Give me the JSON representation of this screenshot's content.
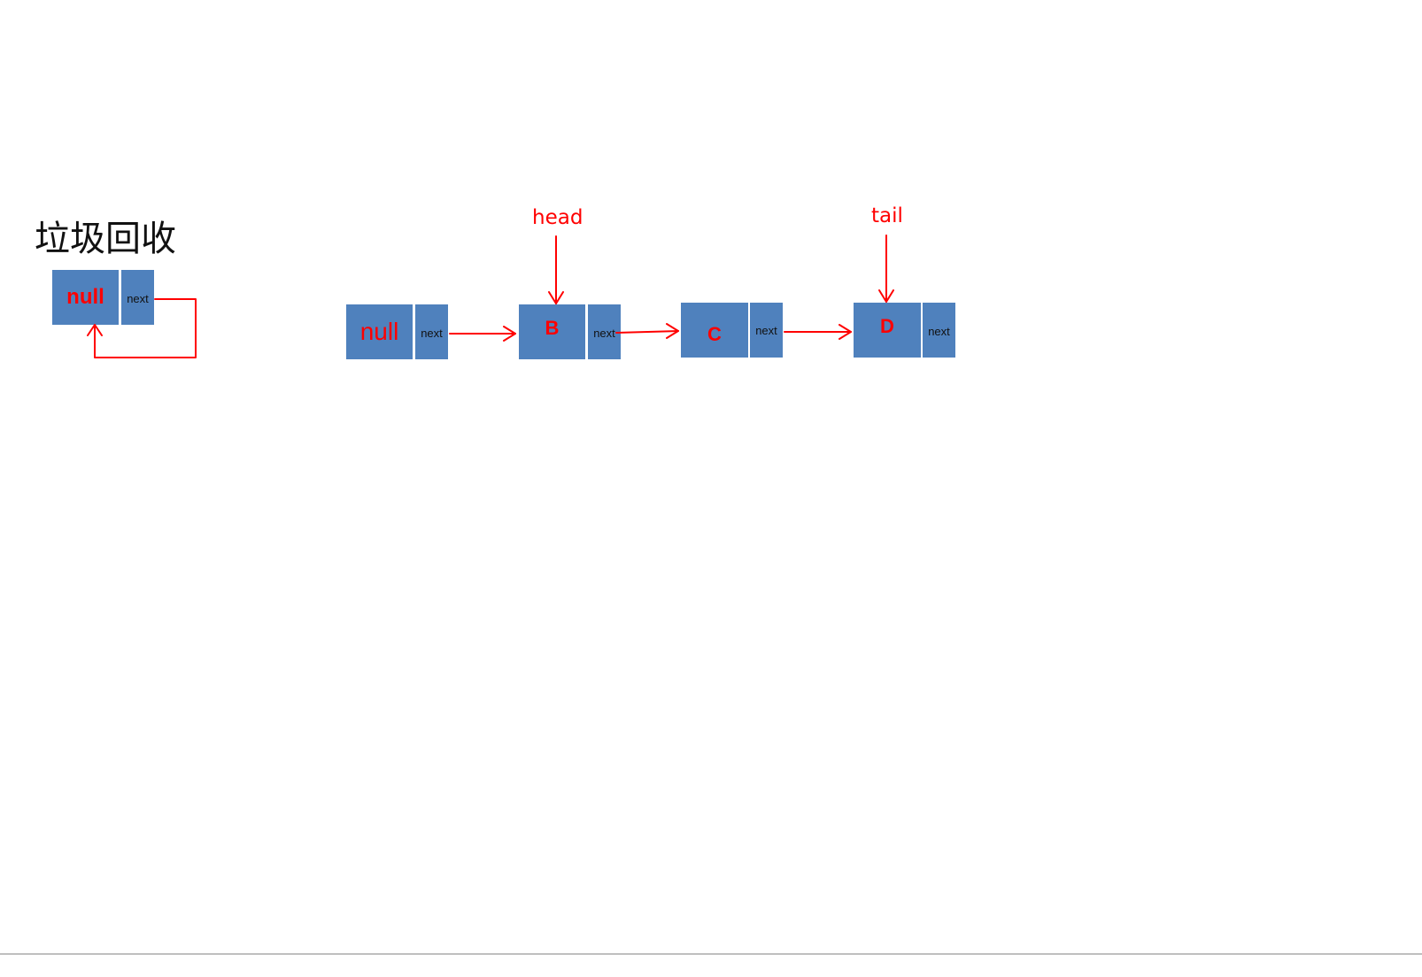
{
  "gc": {
    "title": "垃圾回收",
    "node": {
      "value": "null",
      "next": "next"
    }
  },
  "list": {
    "head_label": "head",
    "tail_label": "tail",
    "nodes": [
      {
        "value": "null",
        "next": "next"
      },
      {
        "value": "B",
        "next": "next"
      },
      {
        "value": "C",
        "next": "next"
      },
      {
        "value": "D",
        "next": "next"
      }
    ]
  },
  "colors": {
    "node_fill": "#4f81bd",
    "accent_red": "#ff0000",
    "text_dark": "#111111"
  }
}
